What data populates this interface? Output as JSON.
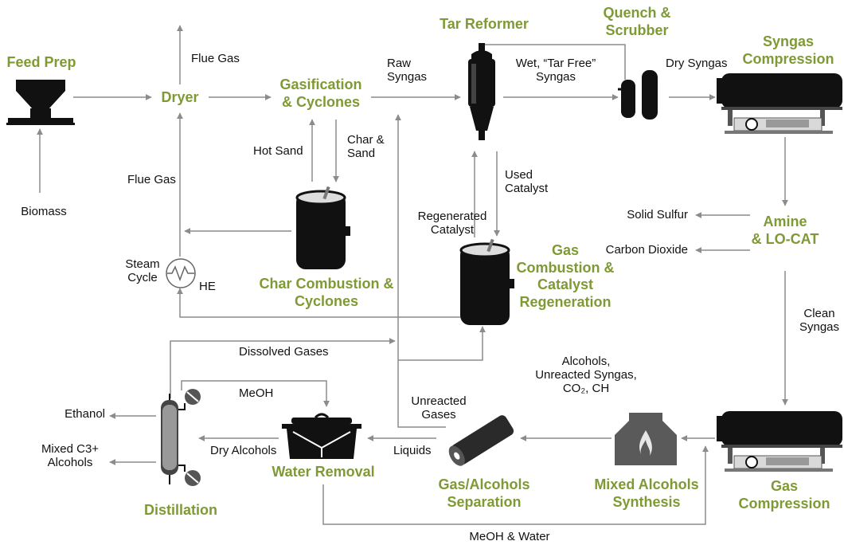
{
  "units": {
    "feed_prep": "Feed Prep",
    "dryer": "Dryer",
    "gasification": "Gasification\n& Cyclones",
    "tar_reformer": "Tar Reformer",
    "quench": "Quench &\nScrubber",
    "syngas_compression": "Syngas\nCompression",
    "char_combustion": "Char Combustion &\nCyclones",
    "gas_combustion": "Gas\nCombustion &\nCatalyst\nRegeneration",
    "amine": "Amine\n& LO-CAT",
    "gas_compression": "Gas\nCompression",
    "mixed_alcohols_synthesis": "Mixed Alcohols\nSynthesis",
    "gas_alcohols_separation": "Gas/Alcohols\nSeparation",
    "water_removal": "Water Removal",
    "distillation": "Distillation"
  },
  "streams": {
    "flue_gas_top": "Flue Gas",
    "biomass": "Biomass",
    "raw_syngas": "Raw\nSyngas",
    "wet_tar_free": "Wet, “Tar Free”\nSyngas",
    "dry_syngas": "Dry Syngas",
    "hot_sand": "Hot Sand",
    "char_sand": "Char &\nSand",
    "flue_gas_left": "Flue Gas",
    "used_catalyst": "Used\nCatalyst",
    "regenerated_catalyst": "Regenerated\nCatalyst",
    "steam_cycle": "Steam\nCycle",
    "he": "HE",
    "solid_sulfur": "Solid Sulfur",
    "carbon_dioxide": "Carbon Dioxide",
    "clean_syngas": "Clean\nSyngas",
    "dissolved_gases": "Dissolved Gases",
    "meoh": "MeOH",
    "ethanol": "Ethanol",
    "mixed_c3": "Mixed C3+\nAlcohols",
    "dry_alcohols": "Dry Alcohols",
    "liquids": "Liquids",
    "unreacted_gases": "Unreacted\nGases",
    "alcohols_unreacted": "Alcohols,\nUnreacted Syngas,\nCO₂, CH",
    "meoh_water": "MeOH & Water"
  },
  "colors": {
    "unit_label": "#7f9a35",
    "arrow": "#8c8c8c",
    "equipment": "#111111",
    "equipment_light": "#d9d9d9",
    "flame_panel": "#5a5a5a",
    "separator_body": "#2a2a2a",
    "background": "#ffffff"
  },
  "icons": [
    "hopper-icon",
    "compressor-icon",
    "reformer-icon",
    "scrubber-icon",
    "combustor-icon",
    "heat-exchanger-icon",
    "reactor-icon",
    "separator-icon",
    "dryer-vessel-icon",
    "distillation-column-icon"
  ]
}
